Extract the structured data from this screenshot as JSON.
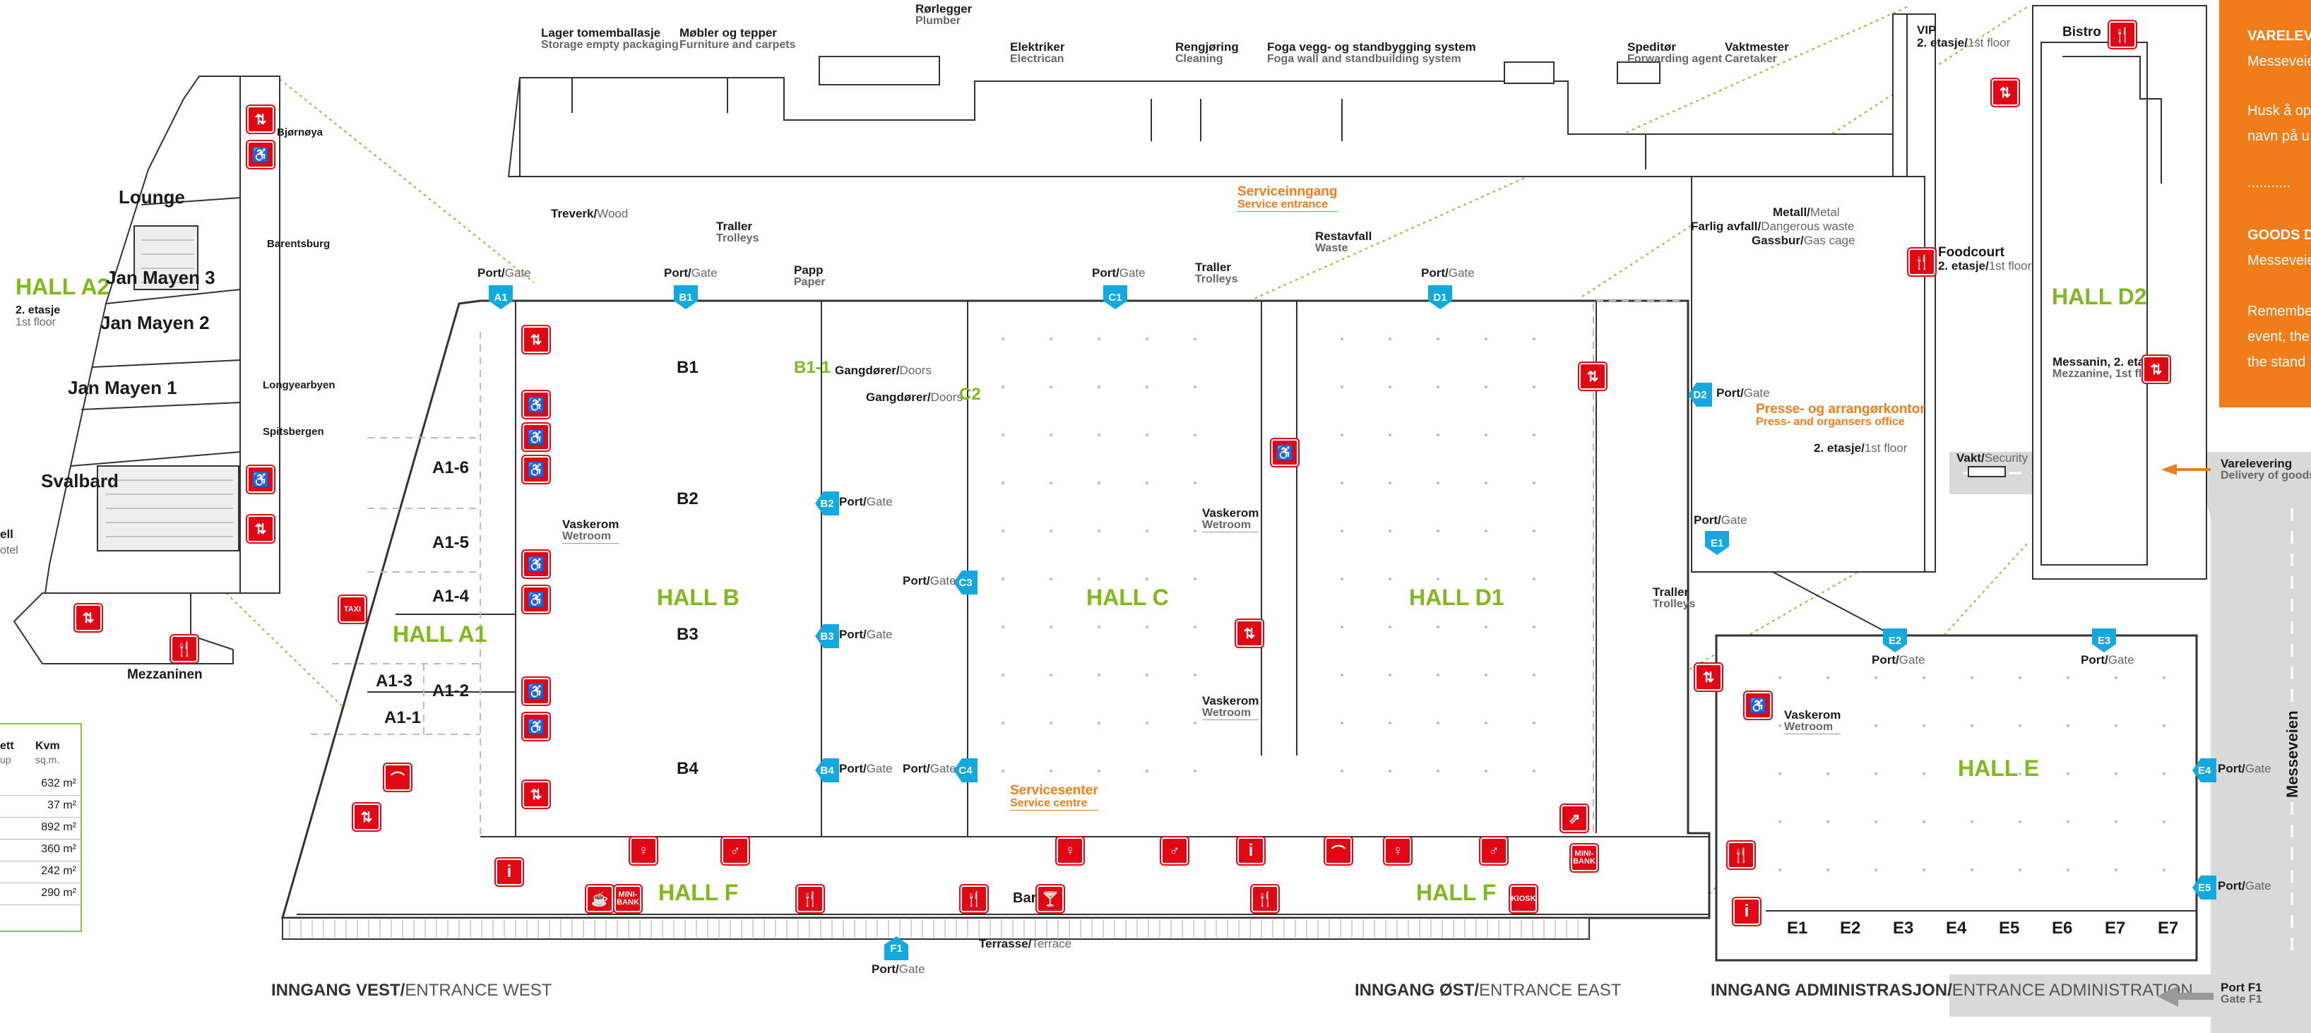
{
  "halls": {
    "a1": "HALL A1",
    "a2": "HALL A2",
    "b": "HALL B",
    "c": "HALL C",
    "d1": "HALL D1",
    "d2": "HALL D2",
    "e": "HALL E",
    "f_west": "HALL F",
    "f_east": "HALL F"
  },
  "a2_floor": {
    "no": "2. etasje",
    "en": "1st floor"
  },
  "a2_rooms": [
    "Lounge",
    "Jan Mayen 3",
    "Jan Mayen 2",
    "Jan Mayen 1",
    "Svalbard"
  ],
  "a2_small_rooms": [
    "Bjørnøya",
    "Barentsburg",
    "Longyearbyen",
    "Spitsbergen",
    "Mezzaninen"
  ],
  "a2_cut_labels": [
    "ell",
    "otel"
  ],
  "a1_rooms": [
    "A1-6",
    "A1-5",
    "A1-4",
    "A1-3",
    "A1-2",
    "A1-1"
  ],
  "b_rooms": [
    "B1",
    "B2",
    "B3",
    "B4",
    "B1-1"
  ],
  "top_services": [
    {
      "no": "Lager tomemballasje",
      "en": "Storage empty packaging"
    },
    {
      "no": "Møbler og tepper",
      "en": "Furniture and carpets"
    },
    {
      "no": "Rørlegger",
      "en": "Plumber"
    },
    {
      "no": "Elektriker",
      "en": "Electrican"
    },
    {
      "no": "Rengjøring",
      "en": "Cleaning"
    },
    {
      "no": "Foga vegg- og standbygging system",
      "en": "Foga wall and standbuilding system"
    },
    {
      "no": "Speditør",
      "en": "Forwarding agent"
    },
    {
      "no": "Vaktmester",
      "en": "Caretaker"
    }
  ],
  "vip": {
    "title": "VIP",
    "floor": "2. etasje/",
    "floor_en": "1st floor"
  },
  "bistro": "Bistro",
  "foodcourt": {
    "title": "Foodcourt",
    "floor": "2. etasje/",
    "floor_en": "1st floor"
  },
  "d2_mezz": {
    "title": "Messanin, 2. etasje",
    "en": "Mezzanine, 1st floor"
  },
  "treverk": {
    "no": "Treverk/",
    "en": "Wood"
  },
  "traller_b": {
    "no": "Traller",
    "en": "Trolleys"
  },
  "papp": {
    "no": "Papp",
    "en": "Paper"
  },
  "traller_c": {
    "no": "Traller",
    "en": "Trolleys"
  },
  "restavfall": {
    "no": "Restavfall",
    "en": "Waste"
  },
  "serviceinngang": {
    "no": "Serviceinngang",
    "en": "Service entrance"
  },
  "metal": {
    "no": "Metall/",
    "en": "Metal"
  },
  "farlig": {
    "no": "Farlig avfall/",
    "en": "Dangerous waste"
  },
  "gassbur": {
    "no": "Gassbur/",
    "en": "Gas cage"
  },
  "gangdorer": {
    "no": "Gangdører/",
    "en": "Doors"
  },
  "presse": {
    "no": "Presse- og arrangørkontor",
    "en": "Press- and organsers office",
    "floor": "2. etasje/",
    "floor_en": "1st floor"
  },
  "vakt": {
    "no": "Vakt/",
    "en": "Security"
  },
  "varelevering": {
    "no": "Varelevering",
    "en": "Delivery of goods"
  },
  "vaskerom": {
    "no": "Vaskerom",
    "en": "Wetroom"
  },
  "traller_e": {
    "no": "Traller",
    "en": "Trolleys"
  },
  "servicesenter": {
    "no": "Servicesenter",
    "en": "Service centre"
  },
  "bar": "Bar",
  "terrasse": {
    "no": "Terrasse/",
    "en": "Terrace"
  },
  "port": {
    "no": "Port/",
    "en": "Gate"
  },
  "gates": [
    "A1",
    "B1",
    "C1",
    "D1",
    "D2",
    "E1",
    "E2",
    "E3",
    "E4",
    "E5",
    "B2",
    "B3",
    "B4",
    "C3",
    "C4",
    "C2",
    "F1"
  ],
  "e_stands": [
    "E1",
    "E2",
    "E3",
    "E4",
    "E5",
    "E6",
    "E7",
    "E7"
  ],
  "entrances": {
    "west_no": "INNGANG VEST/",
    "west_en": "ENTRANCE WEST",
    "east_no": "INNGANG ØST/",
    "east_en": "ENTRANCE EAST",
    "admin_no": "INNGANG ADMINISTRASJON/",
    "admin_en": "ENTRANCE ADMINISTRATION"
  },
  "port_f1": {
    "title": "Port F1",
    "en": "Gate F1"
  },
  "street": "Messeveien",
  "icons_text": {
    "taxi": "TAXI",
    "minibank": "MINI-BANK",
    "kiosk": "KIOSK"
  },
  "orange_panel": {
    "h1": "VARELEV",
    "l1": "Messeveie",
    "l2": "Husk å op",
    "l3": "navn på u",
    "dots": "...........",
    "h2": "GOODS D",
    "l4": "Messeveie",
    "l5": "Remembe",
    "l6": "event, the",
    "l7": "the stand"
  },
  "legend": {
    "col1": "ett",
    "col1b": "up",
    "col2": "Kvm",
    "col2b": "sq.m.",
    "values": [
      "632 m²",
      "37 m²",
      "892 m²",
      "360 m²",
      "242 m²",
      "290 m²"
    ]
  },
  "colors": {
    "hall_green": "#7fb91b",
    "service_orange": "#f07d1a",
    "gate_blue": "#12a8e0",
    "icon_red": "#e30613",
    "road_grey": "#d9d9d9"
  }
}
